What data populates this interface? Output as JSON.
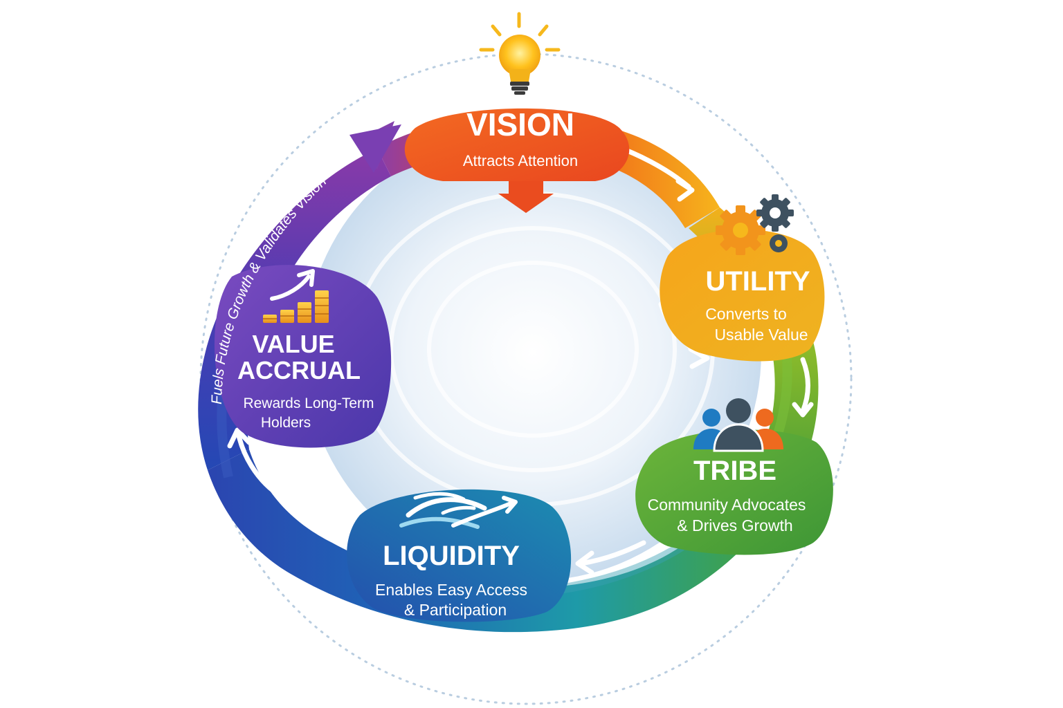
{
  "diagram": {
    "stages": [
      {
        "key": "vision",
        "title": "VISION",
        "subtitle_lines": [
          "Attracts Attention"
        ],
        "color": "#ef5a23",
        "icon": "lightbulb-icon"
      },
      {
        "key": "utility",
        "title": "UTILITY",
        "subtitle_lines": [
          "Converts to",
          "Usable Value"
        ],
        "color": "#f0a81e",
        "icon": "gears-icon"
      },
      {
        "key": "tribe",
        "title": "TRIBE",
        "subtitle_lines": [
          "Community Advocates",
          "& Drives Growth"
        ],
        "color": "#5aa83a",
        "icon": "people-icon"
      },
      {
        "key": "liquidity",
        "title": "LIQUIDITY",
        "subtitle_lines": [
          "Enables Easy Access",
          "& Participation"
        ],
        "color": "#1f6fb5",
        "icon": "waves-arrows-icon"
      },
      {
        "key": "value_accrual",
        "title_lines": [
          "VALUE",
          "ACCRUAL"
        ],
        "subtitle_lines": [
          "Rewards Long-Term",
          "Holders"
        ],
        "color": "#5b3fb0",
        "icon": "growth-bars-icon"
      }
    ],
    "loop_label": "Fuels Future Growth & Validates Vision"
  }
}
